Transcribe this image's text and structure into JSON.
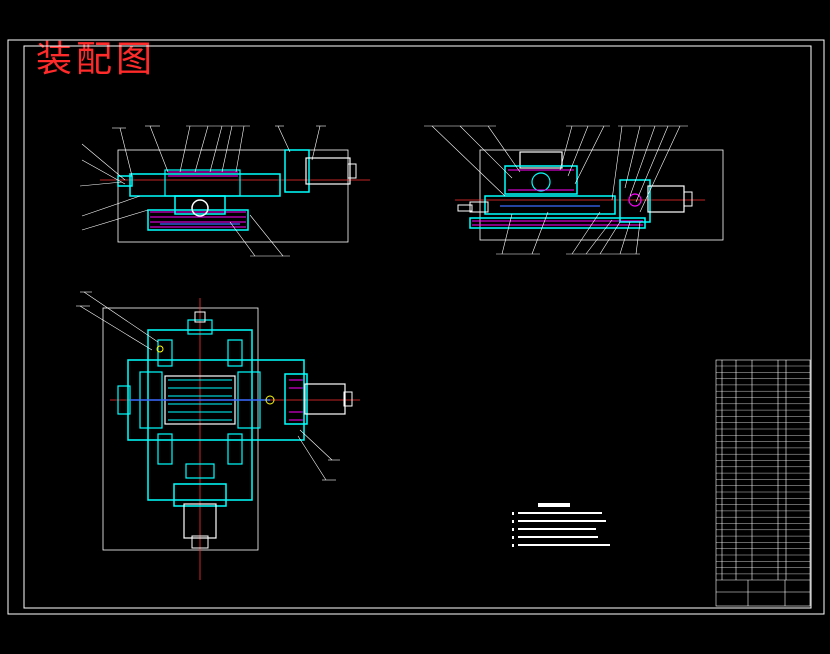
{
  "drawing": {
    "title": "装配图",
    "colors": {
      "background": "#000000",
      "frame": "#ffffff",
      "outline": "#00ffff",
      "hatch": "#ff00ff",
      "title": "#ff2a2a",
      "centerline": "#ff3030",
      "body": "#ffffff",
      "accent": "#ffff00",
      "green": "#00ff00",
      "blue": "#3a6bff"
    },
    "views": [
      "front-view",
      "side-view",
      "top-view"
    ],
    "notes_block": "technical-requirements",
    "parts_table": "bill-of-materials"
  }
}
